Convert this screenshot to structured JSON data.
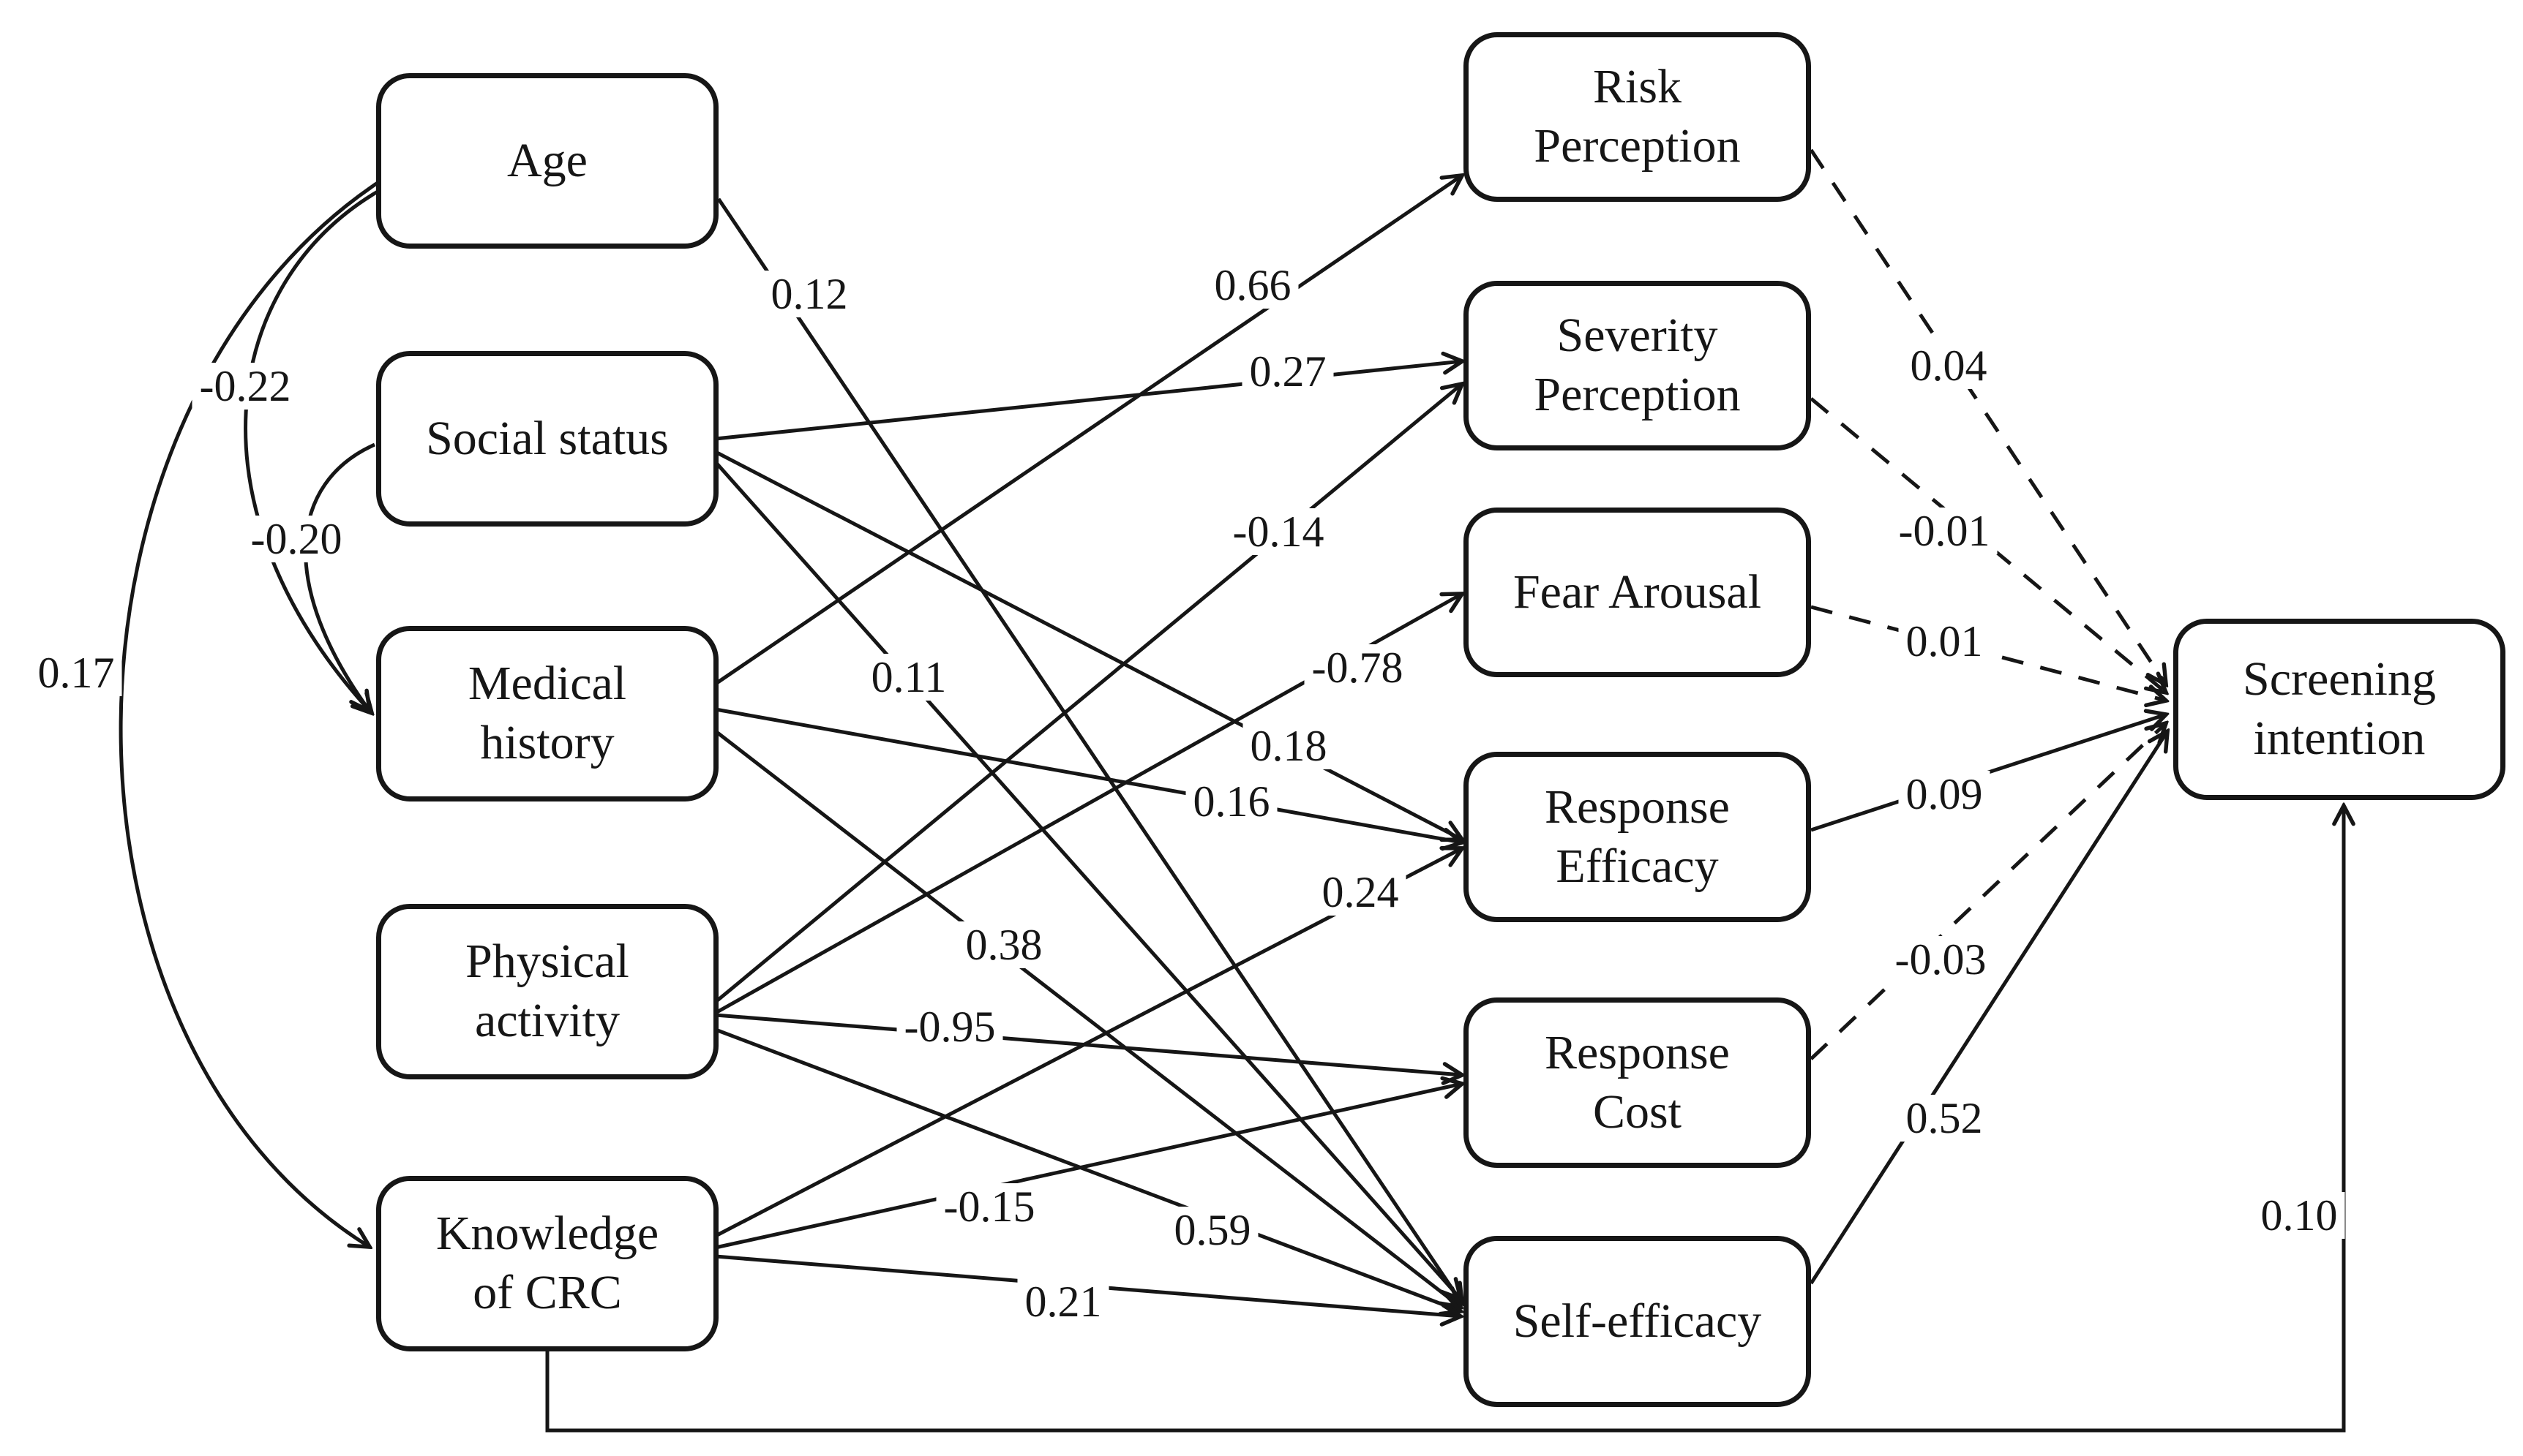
{
  "figure": {
    "type": "structural-equation-path-diagram",
    "background_color": "#ffffff",
    "line_color": "#161616"
  },
  "nodes": {
    "predictors": [
      {
        "id": "age",
        "label": "Age"
      },
      {
        "id": "social-status",
        "label": "Social status"
      },
      {
        "id": "medical-history",
        "label": "Medical\nhistory"
      },
      {
        "id": "physical-activity",
        "label": "Physical\nactivity"
      },
      {
        "id": "knowledge-of-crc",
        "label": "Knowledge\nof CRC"
      }
    ],
    "mediators": [
      {
        "id": "risk-perception",
        "label": "Risk\nPerception"
      },
      {
        "id": "severity-perception",
        "label": "Severity\nPerception"
      },
      {
        "id": "fear-arousal",
        "label": "Fear Arousal"
      },
      {
        "id": "response-efficacy",
        "label": "Response\nEfficacy"
      },
      {
        "id": "response-cost",
        "label": "Response\nCost"
      },
      {
        "id": "self-efficacy",
        "label": "Self-efficacy"
      }
    ],
    "outcome": {
      "id": "screening-intention",
      "label": "Screening\nintention"
    }
  },
  "paths": [
    {
      "from": "age",
      "to": "self-efficacy",
      "coef": "0.12",
      "line": "solid"
    },
    {
      "from": "social-status",
      "to": "severity-perception",
      "coef": "0.27",
      "line": "solid"
    },
    {
      "from": "social-status",
      "to": "response-efficacy",
      "coef": "0.18",
      "line": "solid"
    },
    {
      "from": "social-status",
      "to": "self-efficacy",
      "coef": "0.11",
      "line": "solid"
    },
    {
      "from": "medical-history",
      "to": "risk-perception",
      "coef": "0.66",
      "line": "solid"
    },
    {
      "from": "medical-history",
      "to": "response-efficacy",
      "coef": "0.16",
      "line": "solid"
    },
    {
      "from": "medical-history",
      "to": "self-efficacy",
      "coef": "0.38",
      "line": "solid"
    },
    {
      "from": "physical-activity",
      "to": "severity-perception",
      "coef": "-0.14",
      "line": "solid"
    },
    {
      "from": "physical-activity",
      "to": "fear-arousal",
      "coef": "-0.78",
      "line": "solid"
    },
    {
      "from": "physical-activity",
      "to": "response-cost",
      "coef": "-0.95",
      "line": "solid"
    },
    {
      "from": "physical-activity",
      "to": "self-efficacy",
      "coef": "0.59",
      "line": "solid"
    },
    {
      "from": "knowledge-of-crc",
      "to": "response-efficacy",
      "coef": "0.24",
      "line": "solid"
    },
    {
      "from": "knowledge-of-crc",
      "to": "response-cost",
      "coef": "-0.15",
      "line": "solid"
    },
    {
      "from": "knowledge-of-crc",
      "to": "self-efficacy",
      "coef": "0.21",
      "line": "solid"
    }
  ],
  "outcome_paths": [
    {
      "from": "risk-perception",
      "to": "screening-intention",
      "coef": "0.04",
      "line": "dashed"
    },
    {
      "from": "severity-perception",
      "to": "screening-intention",
      "coef": "-0.01",
      "line": "dashed"
    },
    {
      "from": "fear-arousal",
      "to": "screening-intention",
      "coef": "0.01",
      "line": "dashed"
    },
    {
      "from": "response-efficacy",
      "to": "screening-intention",
      "coef": "0.09",
      "line": "solid"
    },
    {
      "from": "response-cost",
      "to": "screening-intention",
      "coef": "-0.03",
      "line": "dashed"
    },
    {
      "from": "self-efficacy",
      "to": "screening-intention",
      "coef": "0.52",
      "line": "solid"
    }
  ],
  "direct_path": {
    "from": "knowledge-of-crc",
    "to": "screening-intention",
    "coef": "0.10",
    "line": "solid",
    "route": "bottom"
  },
  "correlations": [
    {
      "between": [
        "age",
        "medical-history"
      ],
      "coef": "-0.22"
    },
    {
      "between": [
        "social-status",
        "medical-history"
      ],
      "coef": "-0.20"
    },
    {
      "between": [
        "age",
        "knowledge-of-crc"
      ],
      "coef": "0.17"
    }
  ]
}
